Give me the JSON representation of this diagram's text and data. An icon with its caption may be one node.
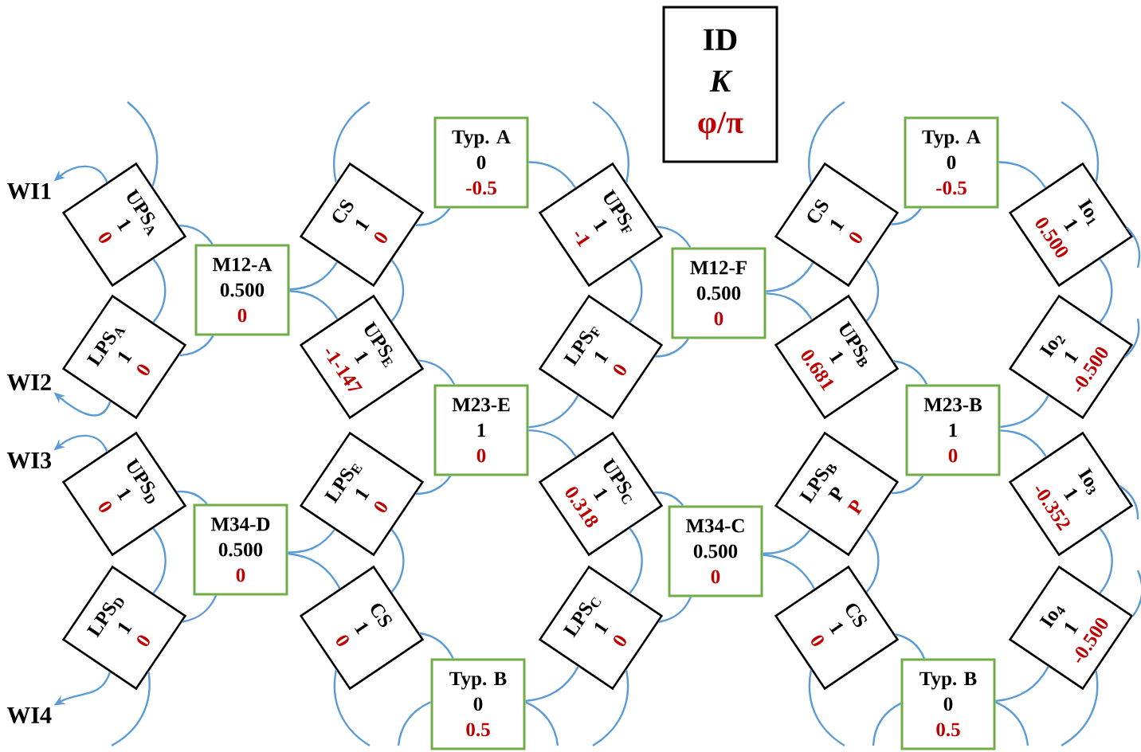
{
  "diagram": {
    "nodes": [
      {
        "text": [
          "ID",
          "K",
          "φ/π"
        ]
      },
      {
        "text": [
          "UPS$_{A}$",
          "1",
          "0"
        ]
      },
      {
        "text": [
          "LPS$_{A}$",
          "1",
          "0"
        ]
      },
      {
        "text": [
          "UPS$_{D}$",
          "1",
          "0"
        ]
      },
      {
        "text": [
          "LPS$_{D}$",
          "1",
          "0"
        ]
      },
      {
        "text": [
          "M12-A",
          "0.500",
          "0"
        ]
      },
      {
        "text": [
          "M34-D",
          "0.500",
          "0"
        ]
      },
      {
        "text": [
          "CS",
          "1",
          "0"
        ]
      },
      {
        "text": [
          "UPS$_{E}$",
          "1",
          "-1-147"
        ]
      },
      {
        "text": [
          "LPS$_{E}$",
          "1",
          "0"
        ]
      },
      {
        "text": [
          "CS",
          "1",
          "0"
        ]
      },
      {
        "text": [
          "Typ. A",
          "0",
          "-0.5"
        ]
      },
      {
        "text": [
          "M23-E",
          "1",
          "0"
        ]
      },
      {
        "text": [
          "Typ. B",
          "0",
          "0.5"
        ]
      },
      {
        "text": [
          "UPS$_{F}$",
          "1",
          "-1"
        ]
      },
      {
        "text": [
          "LPS$_{F}$",
          "1",
          "0"
        ]
      },
      {
        "text": [
          "UPS$_{C}$",
          "1",
          "0.318"
        ]
      },
      {
        "text": [
          "LPS$_{C}$",
          "1",
          "0"
        ]
      },
      {
        "text": [
          "M12-F",
          "0.500",
          "0"
        ]
      },
      {
        "text": [
          "M34-C",
          "0.500",
          "0"
        ]
      },
      {
        "text": [
          "CS",
          "1",
          "0"
        ]
      },
      {
        "text": [
          "UPS$_{B}$",
          "1",
          "0.681"
        ]
      },
      {
        "text": [
          "LPS$_{B}$",
          "P",
          "P"
        ]
      },
      {
        "text": [
          "CS",
          "1",
          "0"
        ]
      },
      {
        "text": [
          "Typ. A",
          "0",
          "-0.5"
        ]
      },
      {
        "text": [
          "M23-B",
          "1",
          "0"
        ]
      },
      {
        "text": [
          "Typ. B",
          "0",
          "0.5"
        ]
      },
      {
        "text": [
          "Io$_{1}$",
          "1",
          "0.500"
        ]
      },
      {
        "text": [
          "Io$_{2}$",
          "1",
          "-0.500"
        ]
      },
      {
        "text": [
          "Io$_{3}$",
          "1",
          "-0.352"
        ]
      },
      {
        "text": [
          "Io$_{4}$",
          "1",
          "-0.500"
        ]
      },
      {
        "text": [
          "WI1"
        ]
      },
      {
        "text": [
          "WI2"
        ]
      },
      {
        "text": [
          "WI3"
        ]
      },
      {
        "text": [
          "WI4"
        ]
      }
    ],
    "edges": [
      {
        "from": 1,
        "to": 2,
        "arrow": "none"
      },
      {
        "from": 3,
        "to": 4,
        "arrow": "none"
      },
      {
        "from": 7,
        "to": 8,
        "arrow": "none"
      },
      {
        "from": 9,
        "to": 10,
        "arrow": "none"
      },
      {
        "from": 14,
        "to": 15,
        "arrow": "none"
      },
      {
        "from": 16,
        "to": 17,
        "arrow": "none"
      },
      {
        "from": 20,
        "to": 21,
        "arrow": "none"
      },
      {
        "from": 22,
        "to": 23,
        "arrow": "none"
      },
      {
        "from": 27,
        "to": 28,
        "arrow": "none"
      },
      {
        "from": 29,
        "to": 30,
        "arrow": "none"
      },
      {
        "from": 1,
        "to": 5,
        "arrow": "none"
      },
      {
        "from": 2,
        "to": 5,
        "arrow": "none"
      },
      {
        "from": 5,
        "to": 7,
        "arrow": "none"
      },
      {
        "from": 5,
        "to": 8,
        "arrow": "none"
      },
      {
        "from": 3,
        "to": 6,
        "arrow": "none"
      },
      {
        "from": 4,
        "to": 6,
        "arrow": "none"
      },
      {
        "from": 6,
        "to": 9,
        "arrow": "none"
      },
      {
        "from": 6,
        "to": 10,
        "arrow": "none"
      },
      {
        "from": 7,
        "to": 11,
        "arrow": "none"
      },
      {
        "from": 11,
        "to": 14,
        "arrow": "none"
      },
      {
        "from": 8,
        "to": 12,
        "arrow": "none"
      },
      {
        "from": 9,
        "to": 12,
        "arrow": "none"
      },
      {
        "from": 12,
        "to": 15,
        "arrow": "none"
      },
      {
        "from": 12,
        "to": 16,
        "arrow": "none"
      },
      {
        "from": 10,
        "to": 13,
        "arrow": "none"
      },
      {
        "from": 13,
        "to": 17,
        "arrow": "none"
      },
      {
        "from": 14,
        "to": 18,
        "arrow": "none"
      },
      {
        "from": 15,
        "to": 18,
        "arrow": "none"
      },
      {
        "from": 18,
        "to": 20,
        "arrow": "none"
      },
      {
        "from": 18,
        "to": 21,
        "arrow": "none"
      },
      {
        "from": 16,
        "to": 19,
        "arrow": "none"
      },
      {
        "from": 17,
        "to": 19,
        "arrow": "none"
      },
      {
        "from": 19,
        "to": 22,
        "arrow": "none"
      },
      {
        "from": 19,
        "to": 23,
        "arrow": "none"
      },
      {
        "from": 20,
        "to": 24,
        "arrow": "none"
      },
      {
        "from": 24,
        "to": 27,
        "arrow": "none"
      },
      {
        "from": 21,
        "to": 25,
        "arrow": "none"
      },
      {
        "from": 22,
        "to": 25,
        "arrow": "none"
      },
      {
        "from": 25,
        "to": 28,
        "arrow": "none"
      },
      {
        "from": 25,
        "to": 29,
        "arrow": "none"
      },
      {
        "from": 23,
        "to": 26,
        "arrow": "none"
      },
      {
        "from": 26,
        "to": 30,
        "arrow": "none"
      },
      {
        "from": 1,
        "to": 31,
        "arrow": "to"
      },
      {
        "from": 2,
        "to": 32,
        "arrow": "to"
      },
      {
        "from": 3,
        "to": 33,
        "arrow": "to"
      },
      {
        "from": 4,
        "to": 34,
        "arrow": "to"
      },
      {
        "from": 1,
        "to": null,
        "arrow": "none"
      },
      {
        "from": 4,
        "to": null,
        "arrow": "none"
      },
      {
        "from": 7,
        "to": null,
        "arrow": "none"
      },
      {
        "from": 10,
        "to": null,
        "arrow": "none"
      },
      {
        "from": 13,
        "to": null,
        "arrow": "none"
      },
      {
        "from": 13,
        "to": null,
        "arrow": "none"
      },
      {
        "from": 14,
        "to": null,
        "arrow": "none"
      },
      {
        "from": 17,
        "to": null,
        "arrow": "none"
      },
      {
        "from": 20,
        "to": null,
        "arrow": "none"
      },
      {
        "from": 23,
        "to": null,
        "arrow": "none"
      },
      {
        "from": 26,
        "to": null,
        "arrow": "none"
      },
      {
        "from": 26,
        "to": null,
        "arrow": "none"
      },
      {
        "from": 27,
        "to": null,
        "arrow": "none"
      },
      {
        "from": 27,
        "to": null,
        "arrow": "none"
      },
      {
        "from": 28,
        "to": null,
        "arrow": "none"
      },
      {
        "from": 29,
        "to": null,
        "arrow": "none"
      },
      {
        "from": 30,
        "to": null,
        "arrow": "none"
      },
      {
        "from": 30,
        "to": null,
        "arrow": "none"
      }
    ]
  }
}
